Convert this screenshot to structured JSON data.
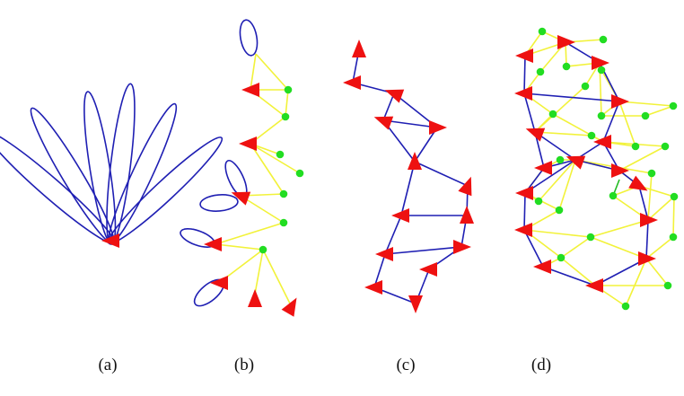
{
  "captions": {
    "a": "(a)",
    "b": "(b)",
    "c": "(c)",
    "d": "(d)"
  },
  "legend_colors": {
    "edge_blue": "#1f1fb3",
    "edge_yellow": "#f2f23a",
    "node_red": "#ee1111",
    "node_green": "#22dd22"
  },
  "node_shapes": {
    "red": "triangle",
    "green": "circle"
  }
}
